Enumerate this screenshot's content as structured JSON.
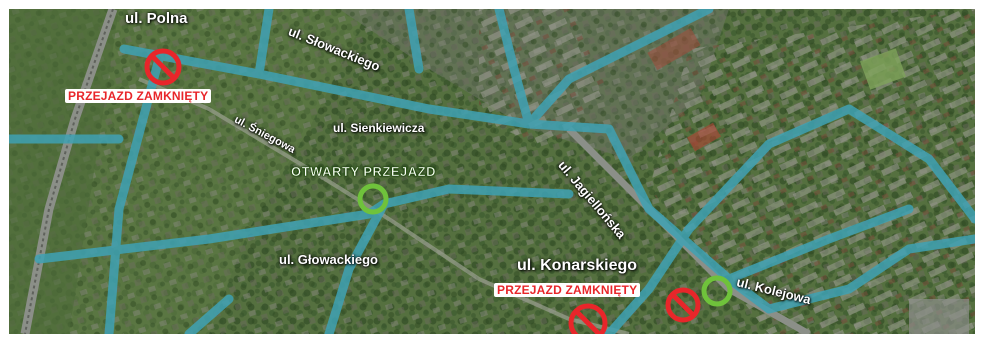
{
  "map": {
    "streets": {
      "polna": "ul. Polna",
      "slowackiego": "ul. Słowackiego",
      "sniegowa": "ul. Śniegowa",
      "sienkiewicza": "ul. Sienkiewicza",
      "jagiellonska": "ul. Jagiellońska",
      "glowackiego": "ul. Głowackiego",
      "konarskiego": "ul. Konarskiego",
      "kolejowa": "ul. Kolejowa"
    },
    "markers": {
      "closed_label": "PRZEJAZD ZAMKNIĘTY",
      "open_label": "OTWARTY PRZEJAZD"
    },
    "colors": {
      "road_highlight": "#3fa2b4",
      "closed": "#e8262a",
      "open": "#6fc23b"
    },
    "icons": {
      "closed": "no-entry-icon",
      "open": "open-circle-icon"
    }
  }
}
